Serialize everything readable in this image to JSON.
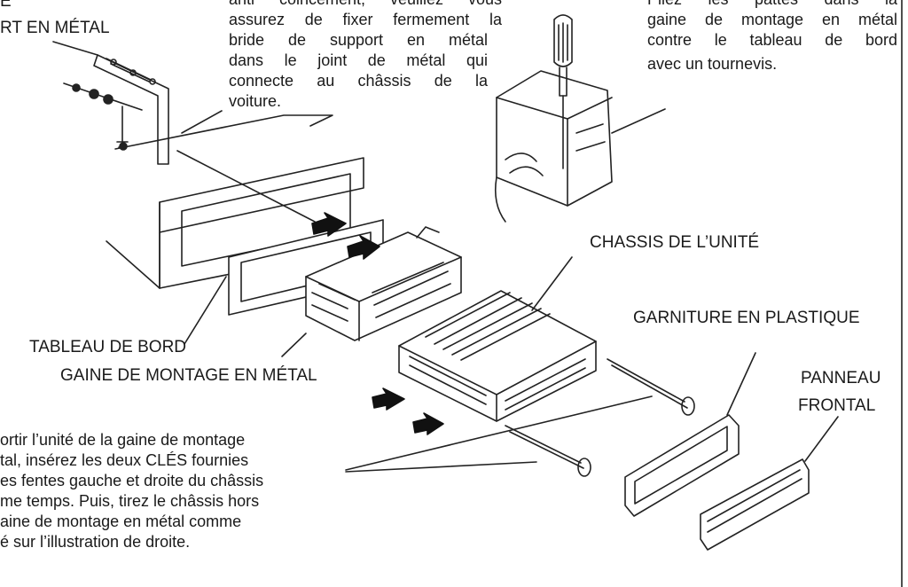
{
  "labels": {
    "e_top": "E",
    "support_metal": "RT EN MÉTAL",
    "tableau": "TABLEAU DE BORD",
    "gaine": "GAINE DE MONTAGE EN MÉTAL",
    "chassis": "CHASSIS DE L’UNITÉ",
    "garniture": "GARNITURE EN PLASTIQUE",
    "panneau_1": "PANNEAU",
    "panneau_2": "FRONTAL"
  },
  "para_top_center": [
    "anti coincement, veuillez vous",
    "assurez de fixer fermement la",
    "bride de support en métal",
    "dans le joint de métal qui",
    "connecte au châssis de la",
    "voiture."
  ],
  "para_top_right": [
    "Pliez les pattes dans la",
    "gaine de montage en métal",
    "contre le tableau de bord",
    "avec un tournevis."
  ],
  "para_bottom_left": [
    "ortir l’unité de la gaine de montage",
    "tal, insérez les deux CLÉS fournies",
    "es fentes gauche et droite du châssis",
    "me temps. Puis, tirez le châssis hors",
    "aine de montage en métal comme",
    "é sur l’illustration de droite."
  ]
}
